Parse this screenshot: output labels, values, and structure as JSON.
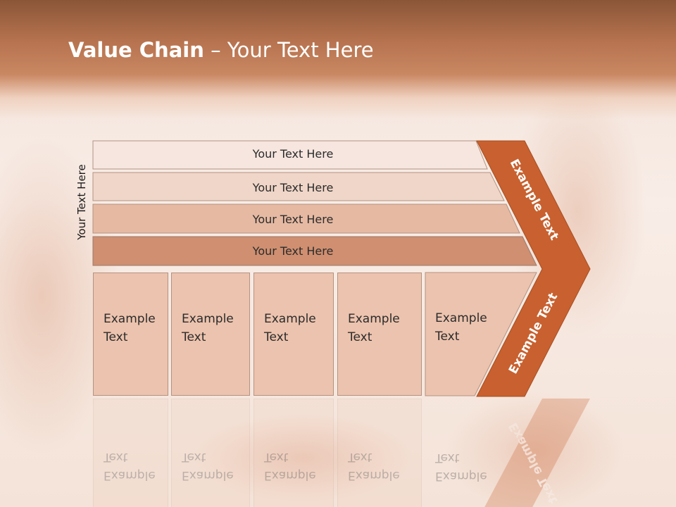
{
  "title": {
    "bold": "Value Chain",
    "rest": " – Your Text Here"
  },
  "side_label": "Your Text Here",
  "bars": [
    "Your Text Here",
    "Your Text Here",
    "Your Text Here",
    "Your Text Here"
  ],
  "boxes": [
    "Example\nText",
    "Example\nText",
    "Example\nText",
    "Example\nText",
    "Example\nText"
  ],
  "chevron": {
    "top_label": "Example Text",
    "bottom_label": "Example Text"
  },
  "colors": {
    "header": "#b7734f",
    "chevron": "#c8612f",
    "bar_1": "#f6e6df",
    "bar_2": "#f0d6c8",
    "bar_3": "#e6b9a2",
    "bar_4": "#cf8f70",
    "box": "#ecc3ae"
  }
}
